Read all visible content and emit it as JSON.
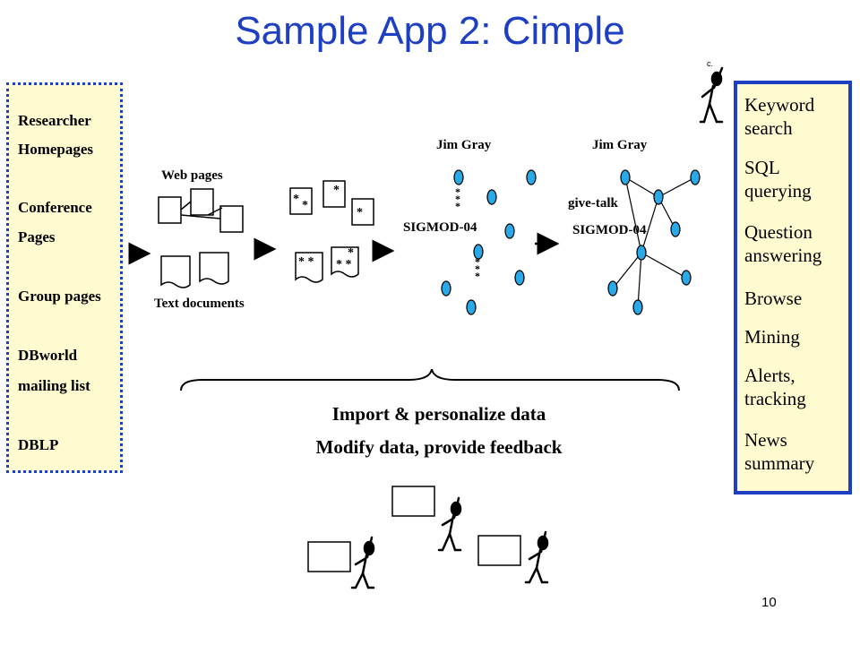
{
  "title": "Sample App 2: Cimple",
  "sources": [
    "Researcher",
    "Homepages",
    "Conference",
    "Pages",
    "Group pages",
    "DBworld",
    "mailing list",
    "DBLP"
  ],
  "services": [
    "Keyword search",
    "SQL querying",
    "Question answering",
    "Browse",
    "Mining",
    "Alerts, tracking",
    "News summary"
  ],
  "labels": {
    "web_pages": "Web pages",
    "text_documents": "Text documents",
    "jim_gray_1": "Jim Gray",
    "jim_gray_2": "Jim Gray",
    "sigmod_1": "SIGMOD-04",
    "sigmod_2": "SIGMOD-04",
    "give_talk": "give-talk"
  },
  "caption": {
    "line1": "Import & personalize data",
    "line2": "Modify data, provide feedback"
  },
  "page_number": "10",
  "colors": {
    "title": "#1f3fc2",
    "box_fill": "#fffbd0",
    "box_border": "#1f3fc2",
    "node_fill": "#29a9e8"
  }
}
